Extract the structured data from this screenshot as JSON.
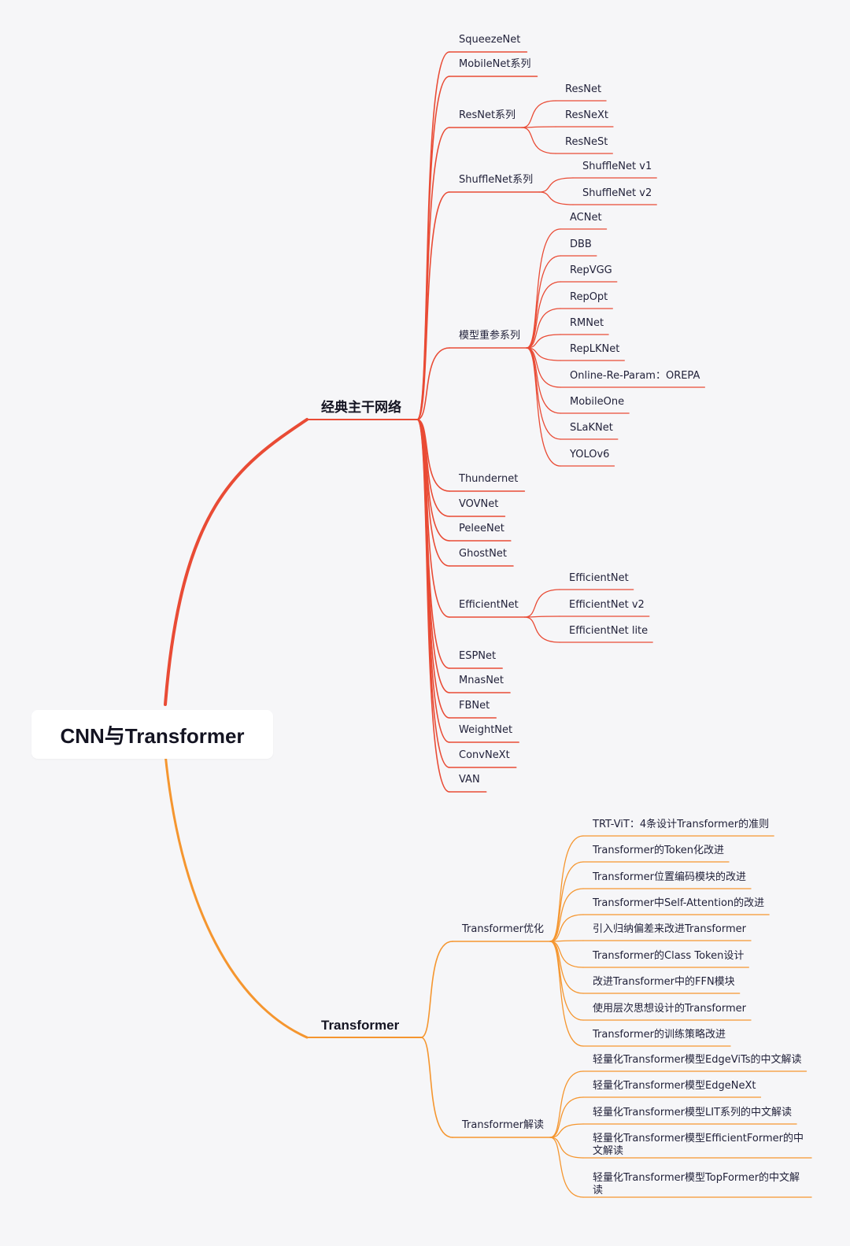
{
  "root": {
    "label": "CNN与Transformer"
  },
  "colors": {
    "cnn": "#e94b35",
    "transformer": "#f5962f",
    "background": "#f6f6f8"
  },
  "branches": [
    {
      "label": "经典主干网络",
      "children": [
        {
          "label": "SqueezeNet"
        },
        {
          "label": "MobileNet系列"
        },
        {
          "label": "ResNet系列",
          "children": [
            {
              "label": "ResNet"
            },
            {
              "label": "ResNeXt"
            },
            {
              "label": "ResNeSt"
            }
          ]
        },
        {
          "label": "ShuffleNet系列",
          "children": [
            {
              "label": "ShuffleNet v1"
            },
            {
              "label": "ShuffleNet v2"
            }
          ]
        },
        {
          "label": "模型重参系列",
          "children": [
            {
              "label": "ACNet"
            },
            {
              "label": "DBB"
            },
            {
              "label": "RepVGG"
            },
            {
              "label": "RepOpt"
            },
            {
              "label": "RMNet"
            },
            {
              "label": "RepLKNet"
            },
            {
              "label": "Online-Re-Param：OREPA"
            },
            {
              "label": "MobileOne"
            },
            {
              "label": "SLaKNet"
            },
            {
              "label": "YOLOv6"
            }
          ]
        },
        {
          "label": "Thundernet"
        },
        {
          "label": "VOVNet"
        },
        {
          "label": "PeleeNet"
        },
        {
          "label": "GhostNet"
        },
        {
          "label": "EfficientNet",
          "children": [
            {
              "label": "EfficientNet"
            },
            {
              "label": "EfficientNet v2"
            },
            {
              "label": "EfficientNet lite"
            }
          ]
        },
        {
          "label": "ESPNet"
        },
        {
          "label": "MnasNet"
        },
        {
          "label": "FBNet"
        },
        {
          "label": "WeightNet"
        },
        {
          "label": "ConvNeXt"
        },
        {
          "label": "VAN"
        }
      ]
    },
    {
      "label": "Transformer",
      "children": [
        {
          "label": "Transformer优化",
          "children": [
            {
              "label": "TRT-ViT：4条设计Transformer的准则"
            },
            {
              "label": "Transformer的Token化改进"
            },
            {
              "label": "Transformer位置编码模块的改进"
            },
            {
              "label": "Transformer中Self-Attention的改进"
            },
            {
              "label": "引入归纳偏差来改进Transformer"
            },
            {
              "label": "Transformer的Class Token设计"
            },
            {
              "label": "改进Transformer中的FFN模块"
            },
            {
              "label": "使用层次思想设计的Transformer"
            },
            {
              "label": "Transformer的训练策略改进"
            }
          ]
        },
        {
          "label": "Transformer解读",
          "children": [
            {
              "label": "轻量化Transformer模型EdgeViTs的中文解读"
            },
            {
              "label": "轻量化Transformer模型EdgeNeXt"
            },
            {
              "label": "轻量化Transformer模型LIT系列的中文解读"
            },
            {
              "label": "轻量化Transformer模型EfficientFormer的中文解读"
            },
            {
              "label": "轻量化Transformer模型TopFormer的中文解读"
            }
          ]
        }
      ]
    }
  ]
}
